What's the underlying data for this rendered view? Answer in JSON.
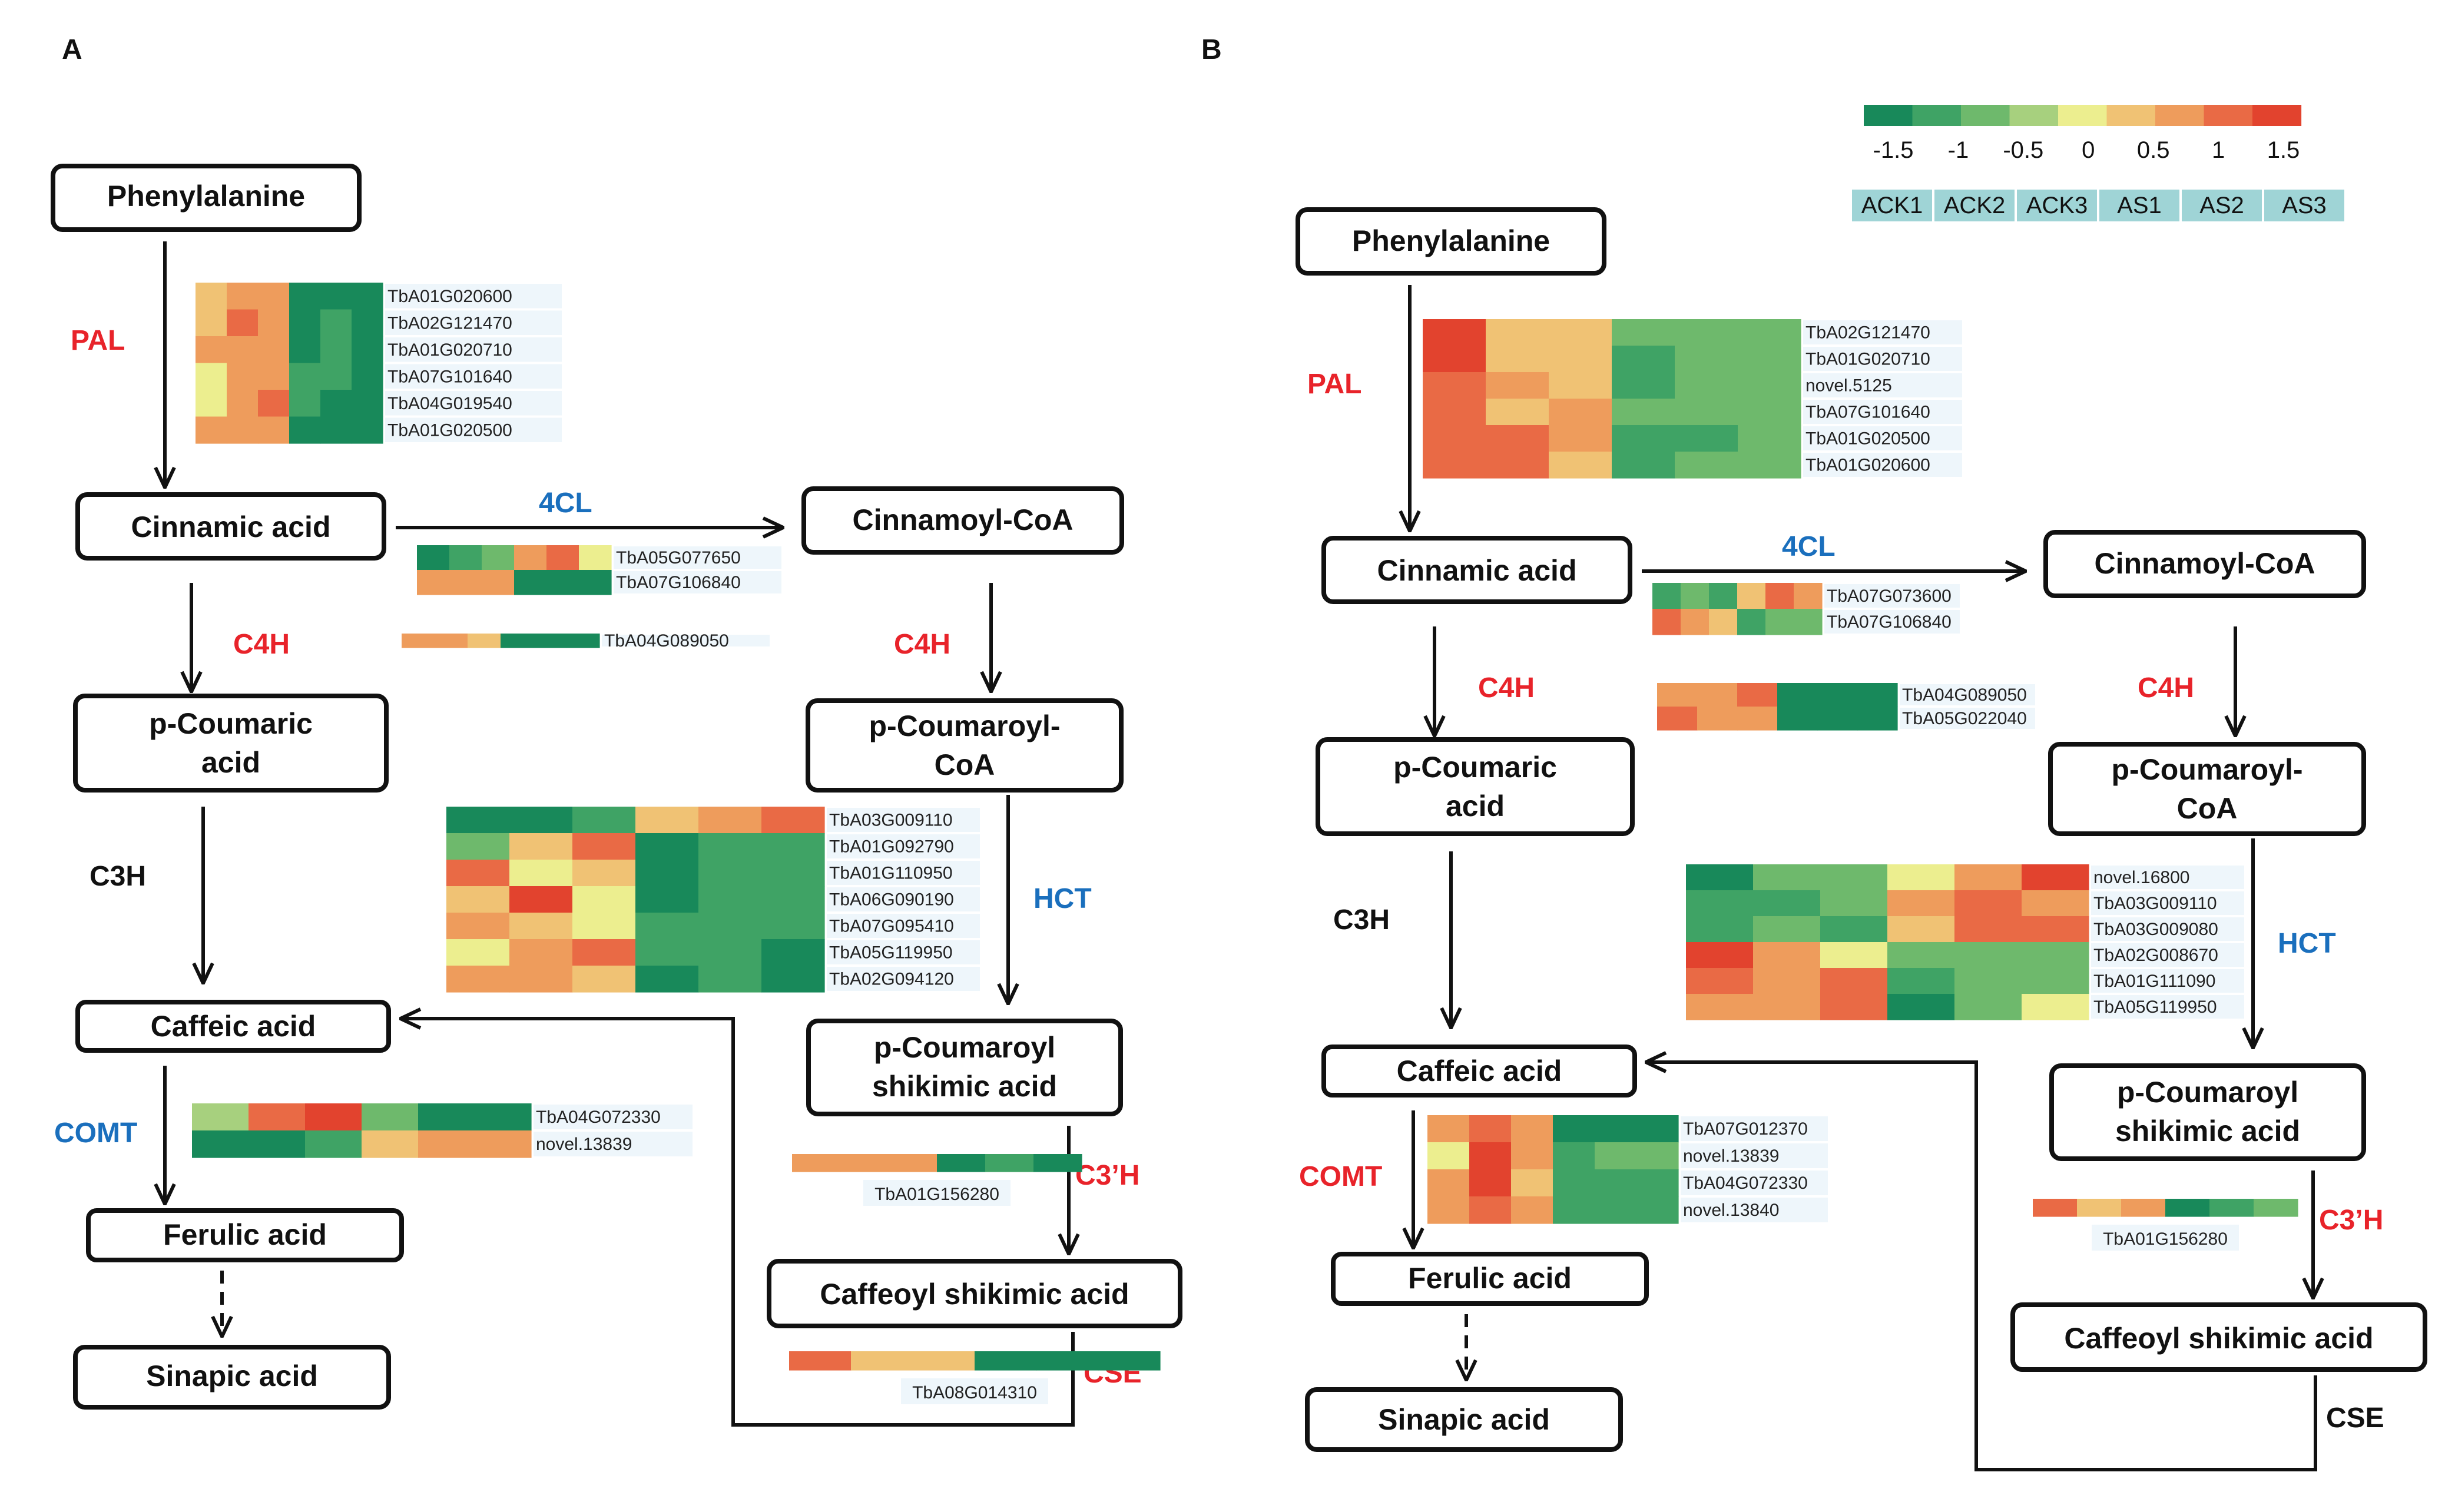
{
  "colors": {
    "scale": [
      "#18895a",
      "#3fa365",
      "#6eb96c",
      "#a7d07e",
      "#ecee8f",
      "#f0c274",
      "#ee9c5c",
      "#e96a45",
      "#e2432e"
    ],
    "enzyme_red": "#e8232a",
    "enzyme_blue": "#1a6fbd",
    "enzyme_black": "#111111",
    "sample_bg": "#9fd4d6",
    "gene_bg": "#eef6fb"
  },
  "panels": {
    "A": {
      "letter": "A",
      "nodes": {
        "phe": "Phenylalanine",
        "cin": "Cinnamic acid",
        "cinCoA": "Cinnamoyl-CoA",
        "pcou1": "p-Coumaric",
        "pcou2": "acid",
        "pcouCoA1": "p-Coumaroyl-",
        "pcouCoA2": "CoA",
        "caf": "Caffeic acid",
        "pcs1": "p-Coumaroyl",
        "pcs2": "shikimic acid",
        "fer": "Ferulic acid",
        "caffs": "Caffeoyl shikimic acid",
        "sin": "Sinapic acid"
      },
      "enzymes": {
        "PAL": "PAL",
        "4CL": "4CL",
        "C4H_left": "C4H",
        "C4H_right": "C4H",
        "C3H": "C3H",
        "HCT": "HCT",
        "COMT": "COMT",
        "C3pH": "C3’H",
        "CSE": "CSE"
      },
      "heatmaps": {
        "PAL": {
          "genes": [
            "TbA01G020600",
            "TbA02G121470",
            "TbA01G020710",
            "TbA07G101640",
            "TbA04G019540",
            "TbA01G020500"
          ],
          "values": [
            [
              5,
              6,
              6,
              0,
              0,
              0
            ],
            [
              5,
              7,
              6,
              0,
              1,
              0
            ],
            [
              6,
              6,
              6,
              0,
              1,
              0
            ],
            [
              4,
              6,
              6,
              1,
              1,
              0
            ],
            [
              4,
              6,
              7,
              1,
              0,
              0
            ],
            [
              6,
              6,
              6,
              0,
              0,
              0
            ]
          ]
        },
        "4CL": {
          "genes": [
            "TbA05G077650",
            "TbA07G106840"
          ],
          "values": [
            [
              0,
              1,
              2,
              6,
              7,
              4
            ],
            [
              6,
              6,
              6,
              0,
              0,
              0
            ]
          ]
        },
        "C4H": {
          "genes": [
            "TbA04G089050"
          ],
          "values": [
            [
              6,
              6,
              5,
              0,
              0,
              0
            ]
          ]
        },
        "HCT": {
          "genes": [
            "TbA03G009110",
            "TbA01G092790",
            "TbA01G110950",
            "TbA06G090190",
            "TbA07G095410",
            "TbA05G119950",
            "TbA02G094120"
          ],
          "values": [
            [
              0,
              0,
              1,
              5,
              6,
              7
            ],
            [
              2,
              5,
              7,
              0,
              1,
              1
            ],
            [
              7,
              4,
              5,
              0,
              1,
              1
            ],
            [
              5,
              8,
              4,
              0,
              1,
              1
            ],
            [
              6,
              5,
              4,
              1,
              1,
              1
            ],
            [
              4,
              6,
              7,
              1,
              1,
              0
            ],
            [
              6,
              6,
              5,
              0,
              1,
              0
            ]
          ]
        },
        "COMT": {
          "genes": [
            "TbA04G072330",
            "novel.13839"
          ],
          "values": [
            [
              3,
              7,
              8,
              2,
              0,
              0
            ],
            [
              0,
              0,
              1,
              5,
              6,
              6
            ]
          ]
        },
        "C3pH": {
          "genes": [
            "TbA01G156280"
          ],
          "values": [
            [
              6,
              6,
              6,
              0,
              1,
              0
            ]
          ]
        },
        "CSE": {
          "genes": [
            "TbA08G014310"
          ],
          "values": [
            [
              7,
              5,
              5,
              0,
              0,
              0
            ]
          ]
        }
      }
    },
    "B": {
      "letter": "B",
      "nodes": {
        "phe": "Phenylalanine",
        "cin": "Cinnamic acid",
        "cinCoA": "Cinnamoyl-CoA",
        "pcou1": "p-Coumaric",
        "pcou2": "acid",
        "pcouCoA1": "p-Coumaroyl-",
        "pcouCoA2": "CoA",
        "caf": "Caffeic acid",
        "pcs1": "p-Coumaroyl",
        "pcs2": "shikimic acid",
        "fer": "Ferulic acid",
        "caffs": "Caffeoyl shikimic acid",
        "sin": "Sinapic acid"
      },
      "enzymes": {
        "PAL": "PAL",
        "4CL": "4CL",
        "C4H_left": "C4H",
        "C4H_right": "C4H",
        "C3H": "C3H",
        "HCT": "HCT",
        "COMT": "COMT",
        "C3pH": "C3’H",
        "CSE": "CSE"
      },
      "heatmaps": {
        "PAL": {
          "genes": [
            "TbA02G121470",
            "TbA01G020710",
            "novel.5125",
            "TbA07G101640",
            "TbA01G020500",
            "TbA01G020600"
          ],
          "values": [
            [
              8,
              5,
              5,
              2,
              2,
              2
            ],
            [
              8,
              5,
              5,
              1,
              2,
              2
            ],
            [
              7,
              6,
              5,
              1,
              2,
              2
            ],
            [
              7,
              5,
              6,
              2,
              2,
              2
            ],
            [
              7,
              7,
              6,
              1,
              1,
              2
            ],
            [
              7,
              7,
              5,
              1,
              2,
              2
            ]
          ]
        },
        "4CL": {
          "genes": [
            "TbA07G073600",
            "TbA07G106840"
          ],
          "values": [
            [
              1,
              2,
              1,
              5,
              7,
              6
            ],
            [
              7,
              6,
              5,
              1,
              2,
              2
            ]
          ]
        },
        "C4H": {
          "genes": [
            "TbA04G089050",
            "TbA05G022040"
          ],
          "values": [
            [
              6,
              6,
              7,
              0,
              0,
              0
            ],
            [
              7,
              6,
              6,
              0,
              0,
              0
            ]
          ]
        },
        "HCT": {
          "genes": [
            "novel.16800",
            "TbA03G009110",
            "TbA03G009080",
            "TbA02G008670",
            "TbA01G111090",
            "TbA05G119950"
          ],
          "values": [
            [
              0,
              2,
              2,
              4,
              6,
              8
            ],
            [
              1,
              1,
              2,
              6,
              7,
              6
            ],
            [
              1,
              2,
              1,
              5,
              7,
              7
            ],
            [
              8,
              6,
              4,
              2,
              2,
              2
            ],
            [
              7,
              6,
              7,
              1,
              2,
              2
            ],
            [
              6,
              6,
              7,
              0,
              2,
              4
            ]
          ]
        },
        "COMT": {
          "genes": [
            "TbA07G012370",
            "novel.13839",
            "TbA04G072330",
            "novel.13840"
          ],
          "values": [
            [
              6,
              7,
              6,
              0,
              0,
              0
            ],
            [
              4,
              8,
              6,
              1,
              2,
              2
            ],
            [
              6,
              8,
              5,
              1,
              1,
              1
            ],
            [
              6,
              7,
              6,
              1,
              1,
              1
            ]
          ]
        },
        "C3pH": {
          "genes": [
            "TbA01G156280"
          ],
          "values": [
            [
              7,
              5,
              6,
              0,
              1,
              2
            ]
          ]
        }
      }
    }
  },
  "legend": {
    "ticks": [
      "-1.5",
      "-1",
      "-0.5",
      "0",
      "0.5",
      "1",
      "1.5"
    ],
    "samples": [
      "ACK1",
      "ACK2",
      "ACK3",
      "AS1",
      "AS2",
      "AS3"
    ]
  }
}
